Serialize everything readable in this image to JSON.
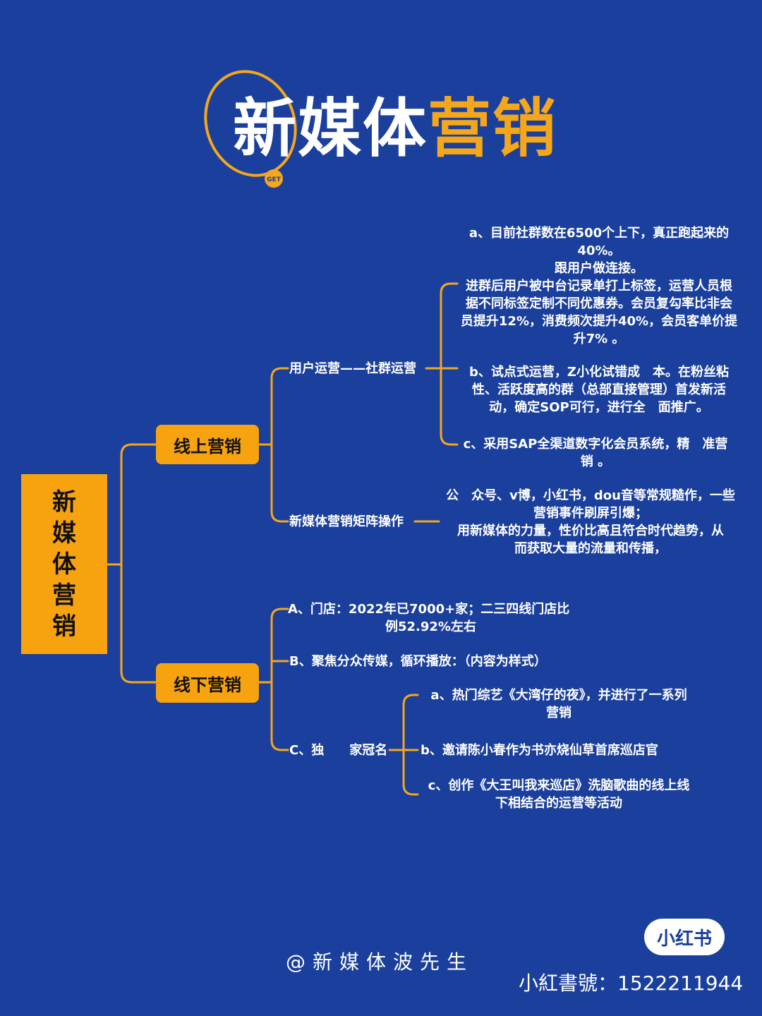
{
  "colors": {
    "background": "#1a3f9c",
    "accent": "#f7a20f",
    "line": "#f5a71b",
    "text": "#ffffff"
  },
  "title": {
    "part1": "新媒体",
    "part2": "营销",
    "badge": "GET"
  },
  "root": {
    "label": "新媒体营销",
    "chars": [
      "新",
      "媒",
      "体",
      "营",
      "销"
    ]
  },
  "online": {
    "label": "线上营销",
    "user_ops": {
      "label": "用户运营——社群运营",
      "a": [
        "a、目前社群数在6500个上下，真正跑起来的",
        "40%。",
        "跟用户做连接。",
        "进群后用户被中台记录单打上标签，运营人员根",
        "据不同标签定制不同优惠券。会员复勾率比非会",
        "员提升12%，消费频次提升40%，会员客单价提",
        "升7% 。"
      ],
      "b": [
        "b、试点式运营，Z小化试错成　本。在粉丝粘",
        "性、活跃度高的群（总部直接管理）首发新活",
        "动，确定SOP可行，进行全　面推广。"
      ],
      "c": [
        "c、采用SAP全渠道数字化会员系统，精　准营",
        "销 。"
      ]
    },
    "matrix": {
      "label": "新媒体营销矩阵操作",
      "text": [
        "公　众号、v博，小红书，dou音等常规糙作，一些",
        "营销事件刷屏引爆；",
        "用新媒体的力量，性价比高且符合时代趋势，从",
        "而获取大量的流量和传播，"
      ]
    }
  },
  "offline": {
    "label": "线下营销",
    "A": [
      "A、门店：2022年已7000+家；二三四线门店比",
      "例52.92%左右"
    ],
    "B": "B、聚焦分众传媒，循环播放：（内容为样式）",
    "C": {
      "label": "C、独　　家冠名",
      "a": [
        "a、热门综艺《大湾仔的夜》，并进行了一系列",
        "营销"
      ],
      "b": "b、邀请陈小春作为书亦烧仙草首席巡店官",
      "c": [
        "c、创作《大王叫我来巡店》洗脑歌曲的线上线",
        "下相结合的运营等活动"
      ]
    }
  },
  "footer": {
    "author": "@新媒体波先生",
    "logo": "小红书",
    "id": "小紅書號：1522211944"
  }
}
